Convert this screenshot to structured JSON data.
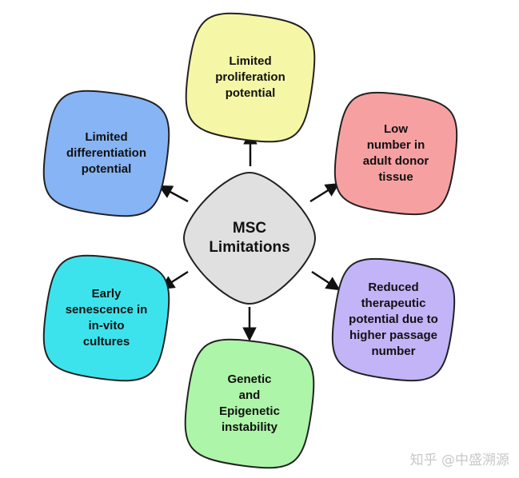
{
  "center": {
    "label": "MSC\nLimitations",
    "color": "#e0e0e0"
  },
  "nodes": [
    {
      "id": "top",
      "label": "Limited\nproliferation\npotential",
      "color": "#f6f7a6"
    },
    {
      "id": "upper-right",
      "label": "Low\nnumber in\nadult donor\ntissue",
      "color": "#f7a0a2"
    },
    {
      "id": "lower-right",
      "label": "Reduced\ntherapeutic\npotential due to\nhigher passage\nnumber",
      "color": "#c3b3f7"
    },
    {
      "id": "bottom",
      "label": "Genetic\nand\nEpigenetic\ninstability",
      "color": "#adf5a9"
    },
    {
      "id": "lower-left",
      "label": "Early\nsenescence in\nin-vito\ncultures",
      "color": "#3de3ec"
    },
    {
      "id": "upper-left",
      "label": "Limited\ndifferentiation\npotential",
      "color": "#86b4f4"
    }
  ],
  "watermark": "知乎 @中盛溯源"
}
